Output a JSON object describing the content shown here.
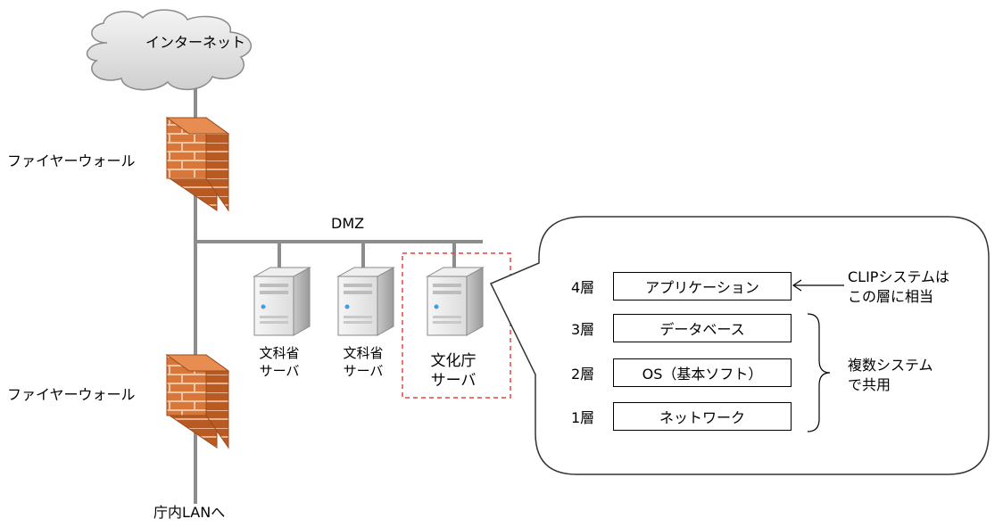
{
  "internet": {
    "label": "インターネット"
  },
  "firewalls": [
    {
      "label": "ファイヤーウォール"
    },
    {
      "label": "ファイヤーウォール"
    }
  ],
  "dmz": {
    "label": "DMZ"
  },
  "servers": [
    {
      "line1": "文科省",
      "line2": "サーバ"
    },
    {
      "line1": "文科省",
      "line2": "サーバ"
    },
    {
      "line1": "文化庁",
      "line2": "サーバ"
    }
  ],
  "lan": {
    "label": "庁内LANへ"
  },
  "layers": [
    {
      "num": "4層",
      "name": "アプリケーション"
    },
    {
      "num": "3層",
      "name": "データベース"
    },
    {
      "num": "2層",
      "name": "OS（基本ソフト）"
    },
    {
      "num": "1層",
      "name": "ネットワーク"
    }
  ],
  "annotations": {
    "clip": {
      "line1": "CLIPシステムは",
      "line2": "この層に相当"
    },
    "shared": {
      "line1": "複数システム",
      "line2": "で共用"
    }
  },
  "colors": {
    "line": "#8c8c8c",
    "brick": "#d9763a",
    "dashed": "#e8433c"
  }
}
